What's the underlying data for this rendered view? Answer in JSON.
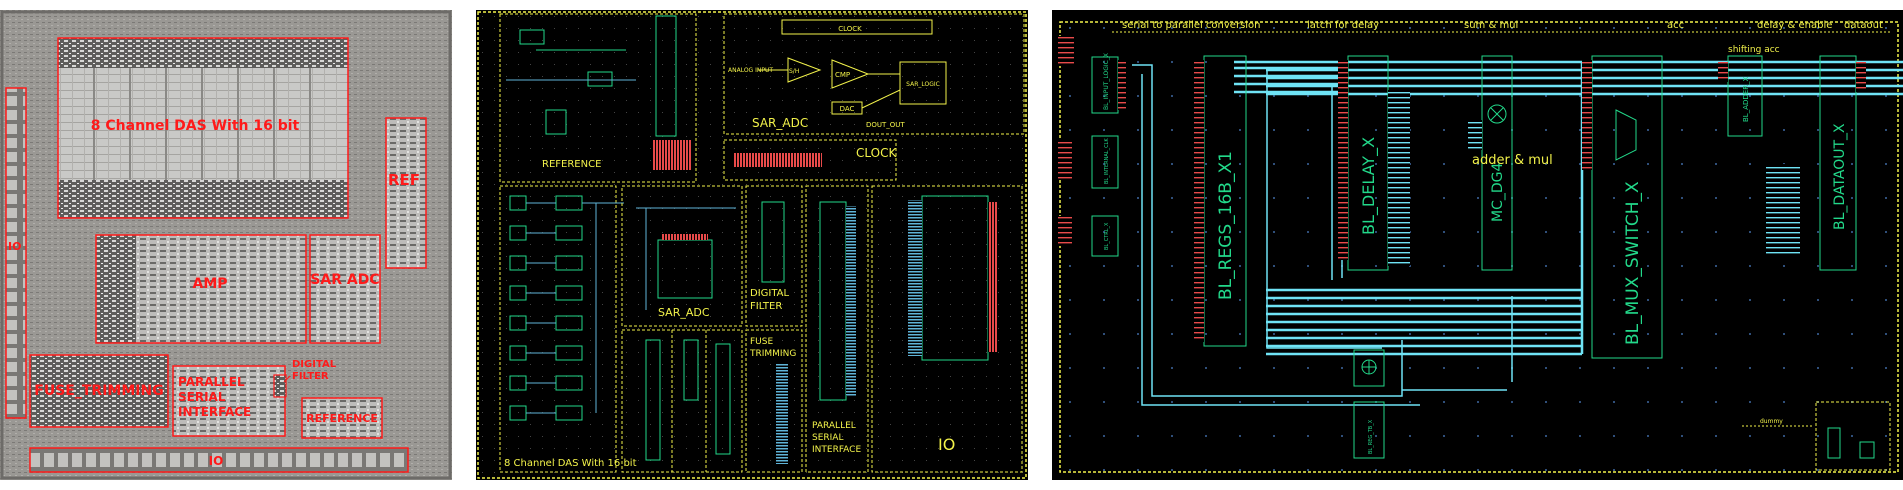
{
  "die_photo": {
    "das": "8 Channel DAS With 16 bit",
    "ref": "REF",
    "io_left": "IO",
    "amp": "AMP",
    "sar_adc": "SAR ADC",
    "fuse": "FUSE_TRIMMING",
    "parallel": [
      "PARALLEL",
      "SERIAL",
      "INTERFACE"
    ],
    "digital_filter": [
      "DIGITAL",
      "FILTER"
    ],
    "reference": "REFERENCE",
    "io_bottom": "IO"
  },
  "layout": {
    "reference": "REFERENCE",
    "sar_adc_top": "SAR_ADC",
    "clock": "CLOCK",
    "clock_small": "CLOCK",
    "analog_input": "ANALOG INPUT",
    "cmp": "CMP",
    "dac": "DAC",
    "sar_logic": "SAR_LOGIC",
    "dout_out": "DOUT_OUT",
    "sh": "S/H",
    "sar_adc_mid": "SAR_ADC",
    "digital_filter": [
      "DIGITAL",
      "FILTER"
    ],
    "fuse_trimming": [
      "FUSE",
      "TRIMMING"
    ],
    "parallel": [
      "PARALLEL",
      "SERIAL",
      "INTERFACE"
    ],
    "io": "IO",
    "das": "8 Channel DAS With 16 bit"
  },
  "schematic": {
    "stages": [
      "serial to parallel conversion",
      "latch for delay",
      "sum & mul",
      "acc",
      "delay & enable",
      "dataout"
    ],
    "blocks": {
      "regs": "BL_REGS_16B_X1",
      "delay": "BL_DELAY_X",
      "mcdg": "MC_DG4",
      "mux": "BL_MUX_SWITCH_X",
      "dataout": "BL_DATAOUT_X",
      "input_logic": "BL_INPUT_LOGIC_X",
      "internal": "BL_INTERNAL_CLK",
      "ctrl": "BL_CTRL_X",
      "adder": "BL_ADDER_X",
      "reg_tb": "BL_REG_TB_X"
    },
    "adder_mul": "adder & mul",
    "shifting_acc": "shifting acc",
    "dummy": "dummy"
  },
  "colors": {
    "red": "#ff1a1a",
    "yellow": "#f2f24a",
    "green": "#22d98a",
    "cyan": "#6fe3f5"
  }
}
